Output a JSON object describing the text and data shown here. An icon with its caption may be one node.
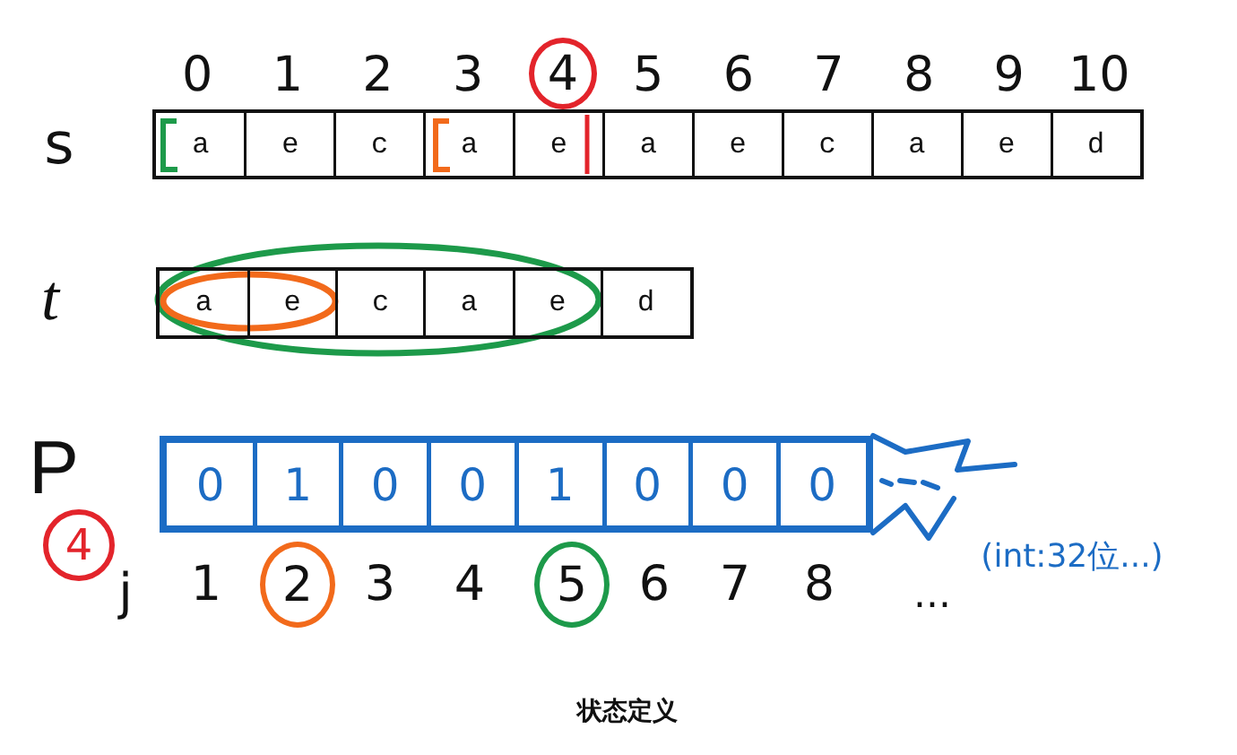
{
  "diagram": {
    "caption": "状态定义",
    "nodes": [
      {
        "text": [
          "4"
        ]
      },
      {
        "text": [
          "4"
        ]
      },
      {
        "text": [
          "2"
        ]
      },
      {
        "text": [
          "5"
        ]
      }
    ],
    "labels": [
      "0",
      "1",
      "2",
      "3",
      "5",
      "6",
      "7",
      "8",
      "9",
      "10",
      "s",
      "a",
      "e",
      "c",
      "a",
      "e",
      "a",
      "e",
      "c",
      "a",
      "e",
      "d",
      "t",
      "a",
      "e",
      "c",
      "a",
      "e",
      "d",
      "P",
      "0",
      "1",
      "0",
      "0",
      "1",
      "0",
      "0",
      "0",
      "(int:32位...)",
      "j",
      "1",
      "3",
      "4",
      "6",
      "7",
      "8",
      "..."
    ]
  }
}
